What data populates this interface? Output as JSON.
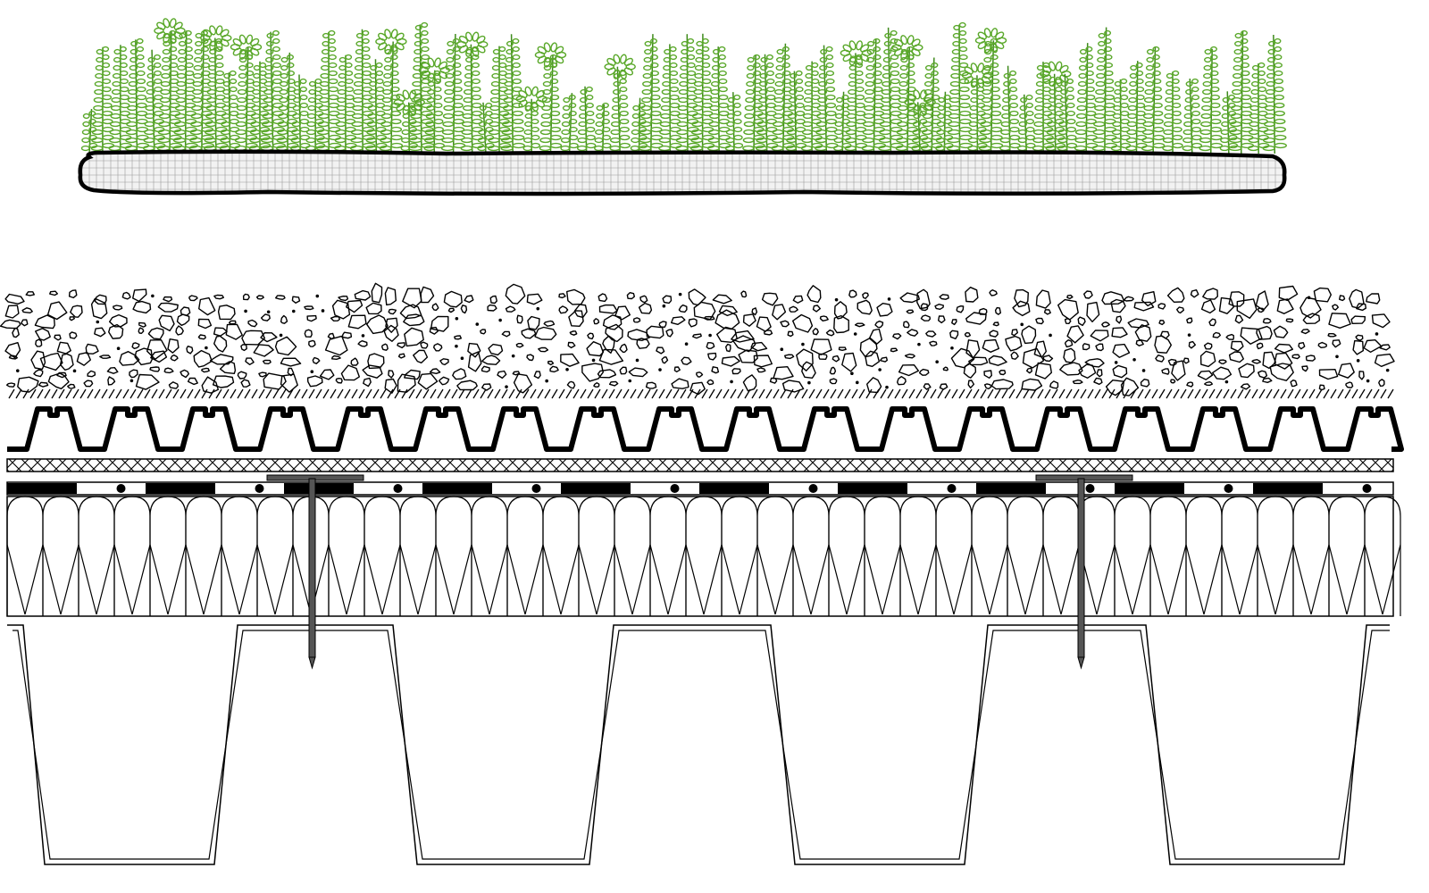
{
  "colors": {
    "background": "#ffffff",
    "line": "#000000",
    "vegetation": "#5aa82a",
    "vegetation_dark": "#3f8a1c",
    "mat_fill": "#eeeeee",
    "fastener": "#555555"
  },
  "layers": [
    {
      "id": "sedum-mat",
      "description_icon": "plant-icon"
    },
    {
      "id": "gravel-substrate"
    },
    {
      "id": "filter-fleece"
    },
    {
      "id": "drainage-board"
    },
    {
      "id": "protection-mat"
    },
    {
      "id": "waterproofing-membrane"
    },
    {
      "id": "thermal-insulation"
    },
    {
      "id": "trapezoidal-steel-deck"
    }
  ],
  "fasteners": {
    "count": 2
  }
}
